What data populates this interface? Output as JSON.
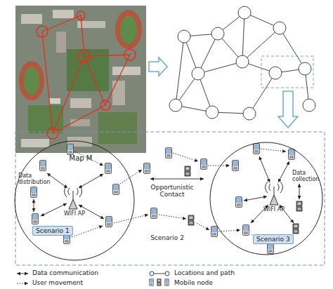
{
  "diagram": {
    "nodes": [
      {
        "text": [
          "Map M"
        ]
      },
      {
        "text": [
          "Data distribution",
          "WIFI AP",
          "Scenario 1"
        ]
      },
      {
        "text": [
          "WIFI AP",
          "Data collection",
          "Scenario 3"
        ]
      }
    ],
    "labels": [
      "Opportunistic Contact",
      "Scenario 2"
    ],
    "legend": [
      {
        "text": "Data communication"
      },
      {
        "text": "User movement"
      },
      {
        "text": "Locations and path"
      },
      {
        "text": "Mobile node"
      }
    ]
  }
}
